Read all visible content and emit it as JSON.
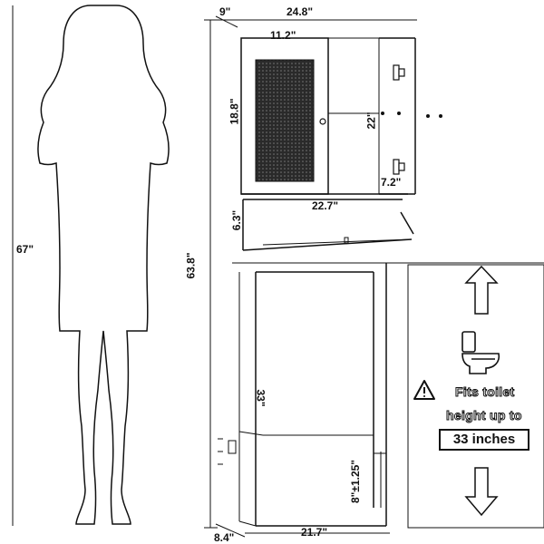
{
  "dimensions": {
    "person_height": "67\"",
    "total_height": "63.8\"",
    "top_width": "24.8\"",
    "top_depth": "9\"",
    "door_width": "11.2\"",
    "door_height": "18.8\"",
    "shelf_height": "22\"",
    "side_depth": "7.2\"",
    "shelf_width": "22.7\"",
    "drawer_height": "6.3\"",
    "base_height": "33\"",
    "adjust_height": "8\"±1.25\"",
    "base_width": "21.7\"",
    "base_depth": "8.4\""
  },
  "notice": {
    "line1": "Fits toilet",
    "line2": "height up to",
    "highlight": "33 inches"
  },
  "icons": {
    "warning": "warning-triangle-icon",
    "toilet": "toilet-icon",
    "arrow_up": "arrow-up-icon",
    "arrow_down": "arrow-down-icon"
  },
  "colors": {
    "ink": "#111111",
    "mesh": "#2a2a2a",
    "background": "#ffffff"
  }
}
